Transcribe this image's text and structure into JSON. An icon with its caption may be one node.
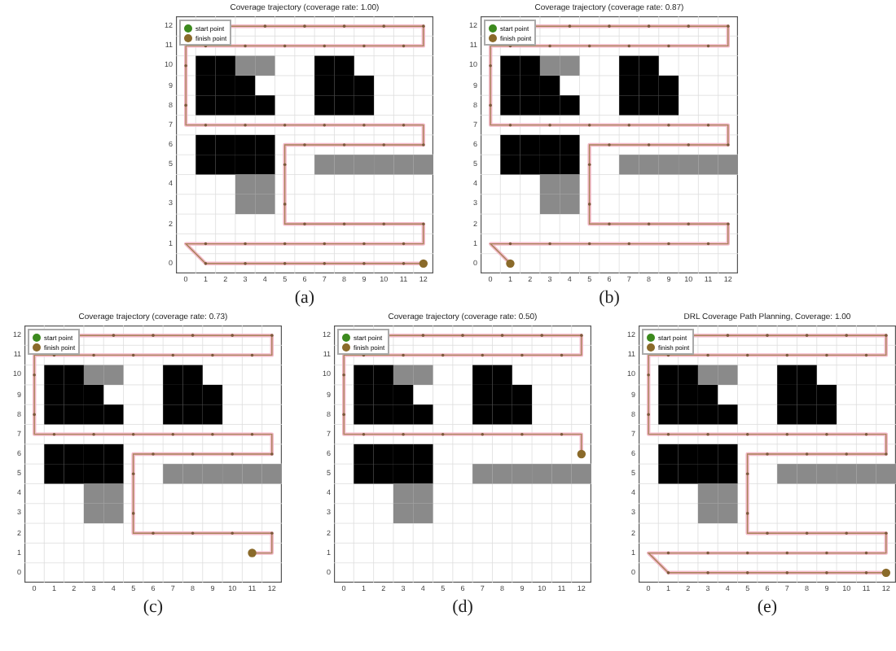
{
  "diagram": {
    "labels": [
      "Coverage trajectory (coverage rate: 1.00)",
      "12",
      "11",
      "10",
      "9",
      "8",
      "7",
      "6",
      "5",
      "4",
      "3",
      "2",
      "1",
      "0",
      "0",
      "1",
      "2",
      "3",
      "4",
      "5",
      "6",
      "7",
      "8",
      "9",
      "10",
      "11",
      "12",
      "(a)",
      "Coverage trajectory (coverage rate: 0.87)",
      "12",
      "11",
      "10",
      "9",
      "8",
      "7",
      "6",
      "5",
      "4",
      "3",
      "2",
      "1",
      "0",
      "0",
      "1",
      "2",
      "3",
      "4",
      "5",
      "6",
      "7",
      "8",
      "9",
      "10",
      "11",
      "12",
      "(b)",
      "Coverage trajectory (coverage rate: 0.73)",
      "12",
      "11",
      "10",
      "9",
      "8",
      "7",
      "6",
      "5",
      "4",
      "3",
      "2",
      "1",
      "0",
      "0",
      "1",
      "2",
      "3",
      "4",
      "5",
      "6",
      "7",
      "8",
      "9",
      "10",
      "11",
      "12",
      "(c)",
      "Coverage trajectory (coverage rate: 0.50)",
      "12",
      "11",
      "10",
      "9",
      "8",
      "7",
      "6",
      "5",
      "4",
      "3",
      "2",
      "1",
      "0",
      "0",
      "1",
      "2",
      "3",
      "4",
      "5",
      "6",
      "7",
      "8",
      "9",
      "10",
      "11",
      "12",
      "(d)",
      "DRL Coverage Path Planning, Coverage: 1.00",
      "12",
      "11",
      "10",
      "9",
      "8",
      "7",
      "6",
      "5",
      "4",
      "3",
      "2",
      "1",
      "0",
      "0",
      "1",
      "2",
      "3",
      "4",
      "5",
      "6",
      "7",
      "8",
      "9",
      "10",
      "11",
      "12",
      "(e)"
    ],
    "legend": [
      {
        "text": "start point",
        "color": "#3c8a1e"
      },
      {
        "text": "finish point",
        "color": "#8a6a2a"
      },
      {
        "text": "start point",
        "color": "#3c8a1e"
      },
      {
        "text": "finish point",
        "color": "#8a6a2a"
      },
      {
        "text": "start point",
        "color": "#3c8a1e"
      },
      {
        "text": "finish point",
        "color": "#8a6a2a"
      },
      {
        "text": "start point",
        "color": "#3c8a1e"
      },
      {
        "text": "finish point",
        "color": "#8a6a2a"
      },
      {
        "text": "start point",
        "color": "#3c8a1e"
      },
      {
        "text": "finish point",
        "color": "#8a6a2a"
      }
    ]
  }
}
